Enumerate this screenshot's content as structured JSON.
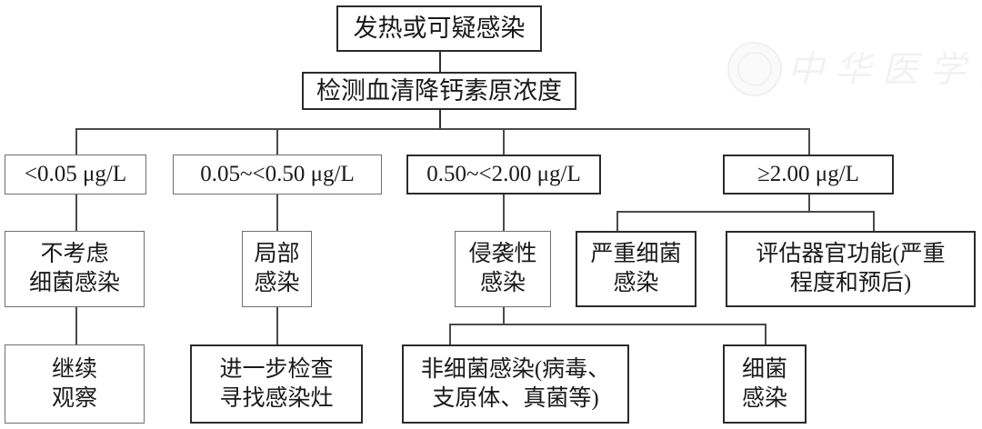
{
  "figure": {
    "type": "flowchart",
    "orientation": "top-down",
    "title_text": "发热或可疑感染",
    "background_color": "#ffffff",
    "box_border_color": "#6f6f6f",
    "box_border_color_emphasis": "#2b2b2b",
    "connector_color": "#4a4a4a",
    "text_color": "#1a1a1a"
  },
  "watermark": {
    "logo_name": "circular-seal-logo",
    "text": "中华医学会"
  },
  "nodes": {
    "root": {
      "label": "发热或可疑感染"
    },
    "test": {
      "label": "检测血清降钙素原浓度"
    },
    "threshold_1": {
      "label": "<0.05 μg/L"
    },
    "threshold_2": {
      "label": "0.05~<0.50 μg/L"
    },
    "threshold_3": {
      "label": "0.50~<2.00 μg/L"
    },
    "threshold_4": {
      "label": "≥2.00 μg/L"
    },
    "result_1": {
      "label": "不考虑\n细菌感染"
    },
    "result_2": {
      "label": "局部\n感染"
    },
    "result_3": {
      "label": "侵袭性\n感染"
    },
    "result_4": {
      "label": "严重细菌\n感染"
    },
    "result_5": {
      "label": "评估器官功能(严重\n程度和预后)"
    },
    "action_1": {
      "label": "继续\n观察"
    },
    "action_2": {
      "label": "进一步检查\n寻找感染灶"
    },
    "action_3": {
      "label": "非细菌感染(病毒、\n支原体、真菌等)"
    },
    "action_4": {
      "label": "细菌\n感染"
    }
  },
  "edges": [
    {
      "from": "root",
      "to": "test"
    },
    {
      "from": "test",
      "to": "threshold_1"
    },
    {
      "from": "test",
      "to": "threshold_2"
    },
    {
      "from": "test",
      "to": "threshold_3"
    },
    {
      "from": "test",
      "to": "threshold_4"
    },
    {
      "from": "threshold_1",
      "to": "result_1"
    },
    {
      "from": "threshold_2",
      "to": "result_2"
    },
    {
      "from": "threshold_3",
      "to": "result_3"
    },
    {
      "from": "threshold_4",
      "to": "result_4"
    },
    {
      "from": "threshold_4",
      "to": "result_5"
    },
    {
      "from": "result_1",
      "to": "action_1"
    },
    {
      "from": "result_2",
      "to": "action_2"
    },
    {
      "from": "result_3",
      "to": "action_3"
    },
    {
      "from": "result_3",
      "to": "action_4"
    }
  ]
}
